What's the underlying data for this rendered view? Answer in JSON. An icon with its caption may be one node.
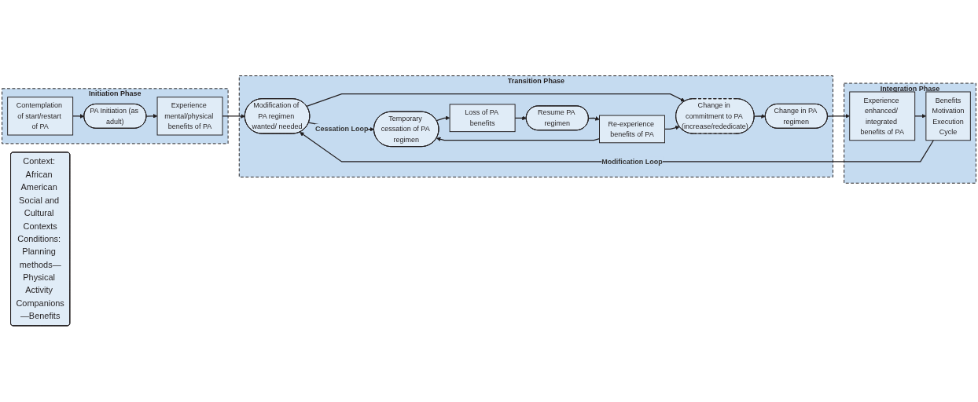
{
  "diagram": {
    "nodes": [
      {
        "text": [
          "Initiation Phase"
        ]
      },
      {
        "text": [
          "Contemplation of start/restart of PA"
        ],
        "in": 0
      },
      {
        "text": [
          "PA Initiation (as adult)"
        ],
        "in": 0
      },
      {
        "text": [
          "Experience mental/physical benefits of PA"
        ],
        "in": 0
      },
      {
        "text": [
          "Transition Phase"
        ]
      },
      {
        "text": [
          "Modification of PA regimen wanted/ needed"
        ],
        "in": 4
      },
      {
        "text": [
          "Change in commitment to PA (increase/rededicate)"
        ],
        "in": 4
      },
      {
        "text": [
          "Change in PA regimen"
        ],
        "in": 4
      },
      {
        "text": [
          "Temporary cessation of PA regimen"
        ],
        "in": 4
      },
      {
        "text": [
          "Loss of PA benefits"
        ],
        "in": 4
      },
      {
        "text": [
          "Re-experience benefits of PA"
        ],
        "in": 4
      },
      {
        "text": [
          "Resume PA regimen"
        ],
        "in": 4
      },
      {
        "text": [
          "Integration Phase"
        ]
      },
      {
        "text": [
          "Experience enhanced/ integrated benefits of PA"
        ],
        "in": 12
      },
      {
        "text": [
          "Benefits",
          "Motivation",
          "Execution",
          "Cycle"
        ],
        "in": 12
      },
      {
        "text": [
          "Context: African American Social and Cultural Contexts",
          "Conditions: Planning methods—Physical Activity Companions—Benefits"
        ]
      }
    ],
    "edges": [
      {
        "from": 1,
        "to": 2,
        "arrow": "to"
      },
      {
        "from": 2,
        "to": 3,
        "arrow": "to"
      },
      {
        "from": 3,
        "to": 5,
        "arrow": "to"
      },
      {
        "from": 5,
        "to": 6,
        "arrow": "to"
      },
      {
        "from": 6,
        "to": 7,
        "arrow": "to"
      },
      {
        "from": 7,
        "to": 13,
        "arrow": "to"
      },
      {
        "from": 13,
        "to": 14,
        "arrow": "to"
      },
      {
        "from": 14,
        "to": 5,
        "arrow": "to",
        "label": "Modification Loop"
      },
      {
        "from": 5,
        "to": 8,
        "arrow": "to",
        "label": "Cessation Loop"
      },
      {
        "from": 8,
        "to": 9,
        "arrow": "to"
      },
      {
        "from": 9,
        "to": 11,
        "arrow": "to"
      },
      {
        "from": 11,
        "to": 10,
        "arrow": "to"
      },
      {
        "from": 10,
        "to": 8,
        "arrow": "to"
      },
      {
        "from": 10,
        "to": 6,
        "arrow": "to"
      }
    ]
  }
}
